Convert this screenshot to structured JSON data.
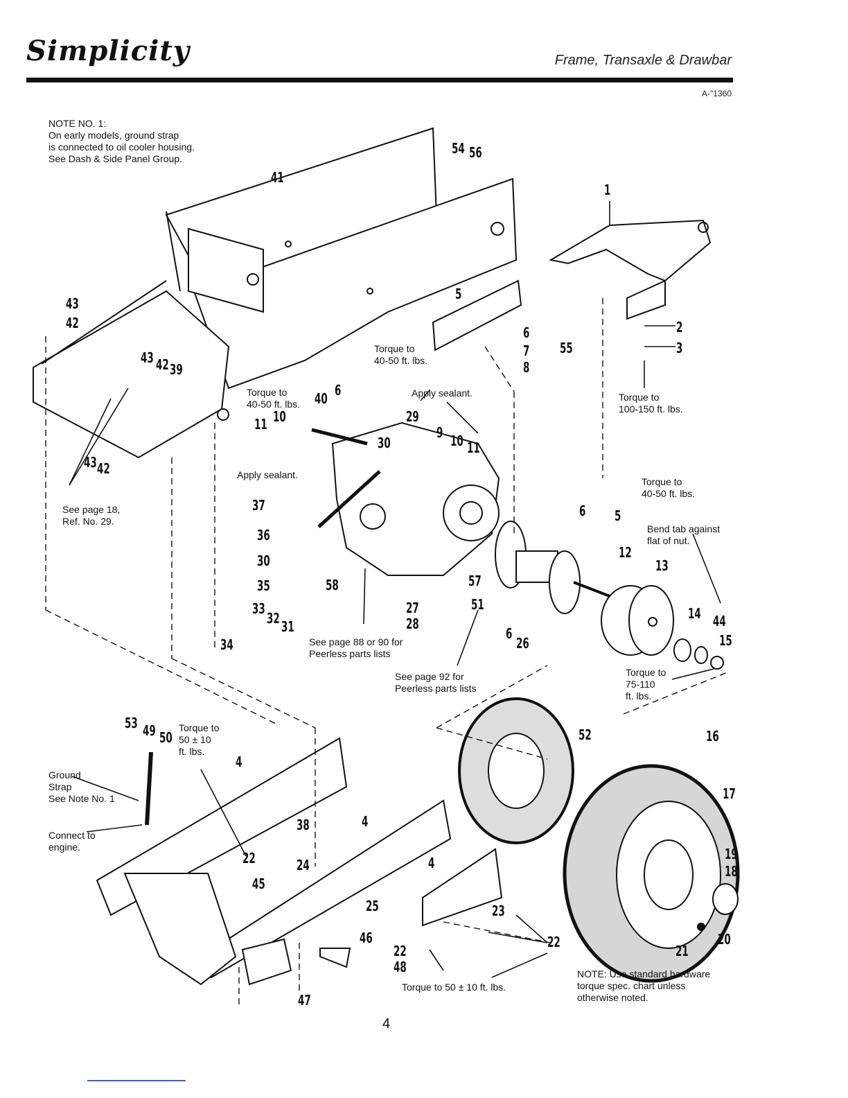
{
  "header": {
    "brand": "Simplicity",
    "title": "Frame, Transaxle & Drawbar",
    "doc_code": "A-\"1360"
  },
  "notes": {
    "note1": "NOTE NO. 1:\nOn early models, ground strap\nis connected to oil cooler housing.\nSee Dash & Side Panel Group.",
    "see_page_18": "See page 18,\nRef. No. 29.",
    "torque_40_50_a": "Torque to\n40-50 ft. lbs.",
    "torque_40_50_b": "Torque to\n40-50 ft. lbs.",
    "torque_40_50_c": "Torque to\n40-50 ft. lbs.",
    "torque_100_150": "Torque to\n100-150 ft. lbs.",
    "apply_sealant_a": "Apply sealant.",
    "apply_sealant_b": "Apply sealant.",
    "bend_tab": "Bend tab against\nflat of nut.",
    "see_page_88": "See page 88 or 90 for\nPeerless parts lists",
    "see_page_92": "See page 92 for\nPeerless parts lists",
    "torque_75_110": "Torque to\n75-110\nft. lbs.",
    "torque_50_10_a": "Torque to\n50 ± 10\nft. lbs.",
    "ground_strap": "Ground\nStrap\nSee Note No. 1",
    "connect_engine": "Connect to\nengine.",
    "torque_50_10_b": "Torque to 50 ± 10 ft. lbs.",
    "note_hardware": "NOTE: Use standard hardware\ntorque spec. chart unless\notherwise noted."
  },
  "callouts": {
    "c1": "1",
    "c2": "2",
    "c3": "3",
    "c4a": "4",
    "c4b": "4",
    "c4c": "4",
    "c5a": "5",
    "c5b": "5",
    "c6a": "6",
    "c6b": "6",
    "c6c": "6",
    "c6d": "6",
    "c7": "7",
    "c8": "8",
    "c9": "9",
    "c10a": "10",
    "c10b": "10",
    "c11a": "11",
    "c11b": "11",
    "c12": "12",
    "c13": "13",
    "c14": "14",
    "c15": "15",
    "c16": "16",
    "c17": "17",
    "c18": "18",
    "c19": "19",
    "c20": "20",
    "c21": "21",
    "c22a": "22",
    "c22b": "22",
    "c22c": "22",
    "c23": "23",
    "c24": "24",
    "c25": "25",
    "c26": "26",
    "c27": "27",
    "c28": "28",
    "c29": "29",
    "c30a": "30",
    "c30b": "30",
    "c31": "31",
    "c32": "32",
    "c33": "33",
    "c34": "34",
    "c35": "35",
    "c36": "36",
    "c37": "37",
    "c38": "38",
    "c39": "39",
    "c40": "40",
    "c41": "41",
    "c42a": "42",
    "c42b": "42",
    "c42c": "42",
    "c43a": "43",
    "c43b": "43",
    "c43c": "43",
    "c44": "44",
    "c45": "45",
    "c46": "46",
    "c47": "47",
    "c48": "48",
    "c49": "49",
    "c50": "50",
    "c51": "51",
    "c52": "52",
    "c53": "53",
    "c54": "54",
    "c55": "55",
    "c56": "56",
    "c57": "57",
    "c58": "58"
  },
  "page_number": "4"
}
